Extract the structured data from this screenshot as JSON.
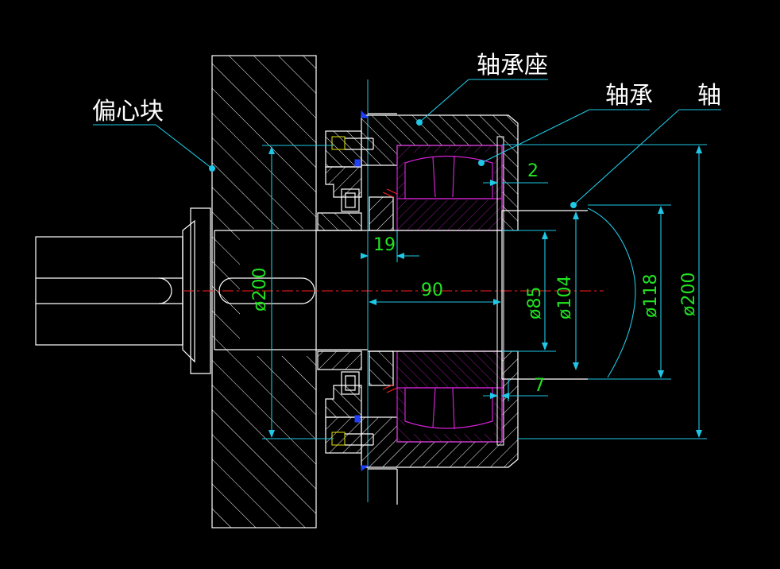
{
  "labels": {
    "eccentric_block": "偏心块",
    "bearing_housing": "轴承座",
    "bearing": "轴承",
    "shaft": "轴"
  },
  "dimensions": {
    "gap_2": "2",
    "width_19": "19",
    "length_90": "90",
    "gap_7": "7",
    "dia_200_left": "ø200",
    "dia_85": "ø85",
    "dia_104": "ø104",
    "dia_118": "ø118",
    "dia_200_right": "ø200"
  },
  "colors": {
    "background": "#000000",
    "outline": "#ffffff",
    "dimension_line": "#1ec8e6",
    "dimension_text": "#22e322",
    "centerline": "#ff2020",
    "bearing": "#d021d0",
    "bolt": "#e6e600",
    "seal": "#2040ff"
  }
}
